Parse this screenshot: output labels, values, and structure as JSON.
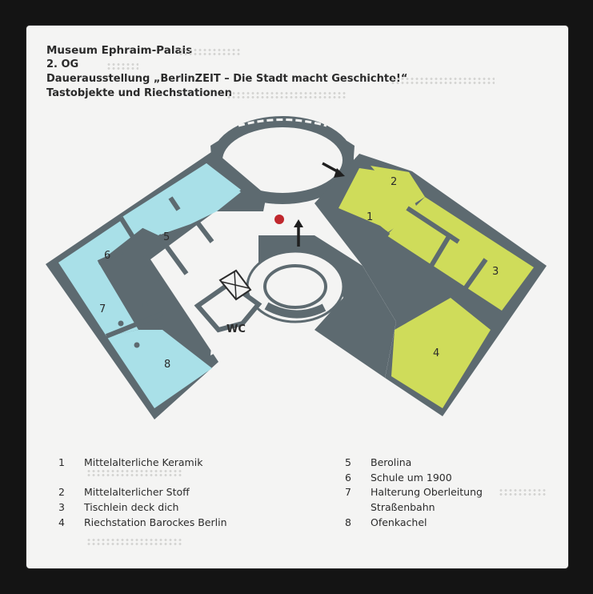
{
  "header": {
    "museum": "Museum Ephraim-Palais",
    "floor": "2. OG",
    "exhibition": "Dauerausstellung „BerlinZEIT – Die Stadt macht Geschichte!“",
    "subtitle": "Tastobjekte und Riechstationen"
  },
  "map": {
    "rooms": [
      "1",
      "2",
      "3",
      "4",
      "5",
      "6",
      "7",
      "8"
    ],
    "wc_label": "WC",
    "colors": {
      "wall": "#5d6a70",
      "room_green": "#cfdc5a",
      "room_blue": "#a9e0e8",
      "floor": "#f4f4f3",
      "marker": "#c0272d"
    }
  },
  "legend": {
    "left": [
      {
        "num": "1",
        "text": "Mittelalterliche Keramik"
      },
      {
        "num": "2",
        "text": "Mittelalterlicher Stoff"
      },
      {
        "num": "3",
        "text": "Tischlein deck dich"
      },
      {
        "num": "4",
        "text": "Riechstation Barockes Berlin"
      }
    ],
    "right": [
      {
        "num": "5",
        "text": "Berolina"
      },
      {
        "num": "6",
        "text": "Schule um 1900"
      },
      {
        "num": "7",
        "text": "Halterung Oberleitung"
      },
      {
        "num": "",
        "text": "Straßenbahn"
      },
      {
        "num": "8",
        "text": "Ofenkachel"
      }
    ]
  }
}
